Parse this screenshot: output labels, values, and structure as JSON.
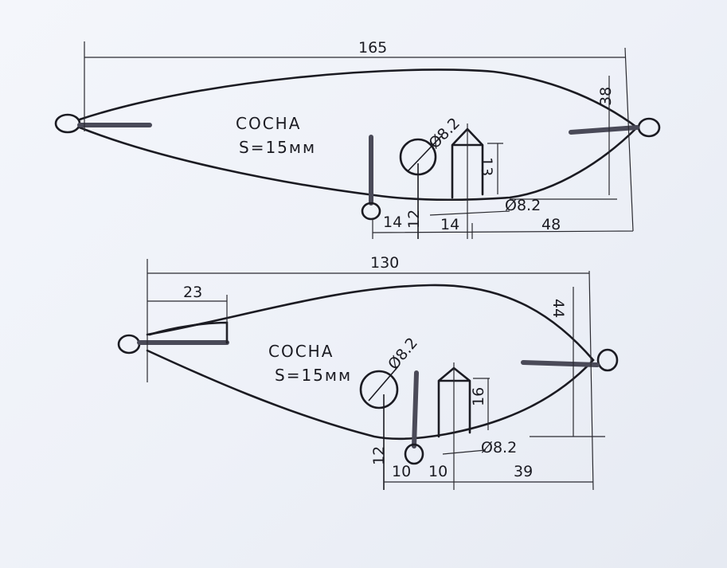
{
  "lure_top": {
    "material": "COCHA",
    "thickness": "S=15мм",
    "length": "165",
    "height": "38",
    "hole_diameter": "Ø8.2",
    "pin_diameter": "Ø8.2",
    "pin_height": "13",
    "dim_a": "14",
    "dim_b": "12",
    "dim_c": "14",
    "dim_d": "48"
  },
  "lure_bottom": {
    "material": "COCHA",
    "thickness": "S=15мм",
    "length": "130",
    "wire_length": "23",
    "height": "44",
    "hole_diameter": "Ø8.2",
    "pin_diameter": "Ø8.2",
    "pin_height": "16",
    "dim_a": "12",
    "dim_b": "10",
    "dim_c": "10",
    "dim_d": "39"
  }
}
